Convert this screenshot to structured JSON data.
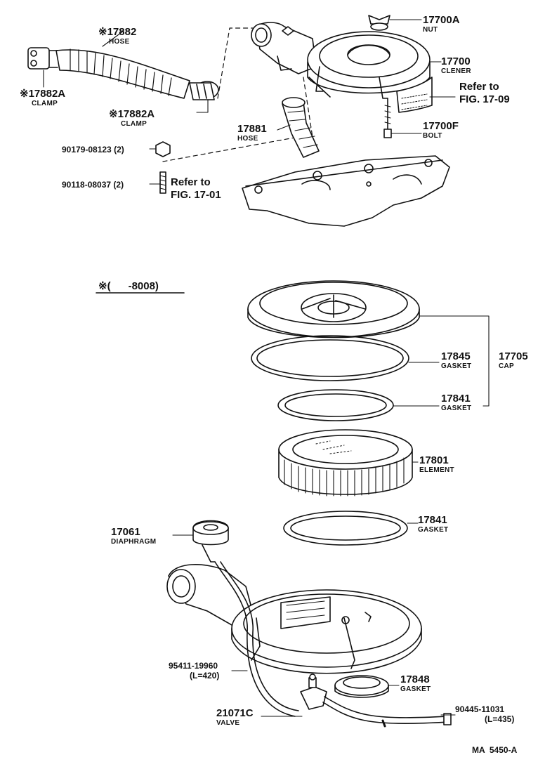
{
  "callouts": {
    "nut": {
      "number": "17700A",
      "name": "NUT"
    },
    "cleaner": {
      "number": "17700",
      "name": "CLENER"
    },
    "refer_1709": {
      "line1": "Refer to",
      "line2": "FIG. 17-09"
    },
    "bolt": {
      "number": "17700F",
      "name": "BOLT"
    },
    "hose_top": {
      "number": "※17882",
      "name": "HOSE"
    },
    "clamp_left": {
      "number": "※17882A",
      "name": "CLAMP"
    },
    "clamp_right": {
      "number": "※17882A",
      "name": "CLAMP"
    },
    "hose_mid": {
      "number": "17881",
      "name": "HOSE"
    },
    "nut_std": {
      "number": "90179-08123 (2)"
    },
    "stud_std": {
      "number": "90118-08037 (2)"
    },
    "refer_1701": {
      "line1": "Refer to",
      "line2": "FIG. 17-01"
    },
    "footnote": {
      "text": "※(      -8008)"
    },
    "gasket_17845": {
      "number": "17845",
      "name": "GASKET"
    },
    "cap": {
      "number": "17705",
      "name": "CAP"
    },
    "gasket_17841_upper": {
      "number": "17841",
      "name": "GASKET"
    },
    "element": {
      "number": "17801",
      "name": "ELEMENT"
    },
    "gasket_17841_lower": {
      "number": "17841",
      "name": "GASKET"
    },
    "diaphragm": {
      "number": "17061",
      "name": "DIAPHRAGM"
    },
    "hose_95411": {
      "number": "95411-19960",
      "length": "(L=420)"
    },
    "gasket_17848": {
      "number": "17848",
      "name": "GASKET"
    },
    "valve": {
      "number": "21071C",
      "name": "VALVE"
    },
    "hose_90445": {
      "number": "90445-11031",
      "length": "(L=435)"
    }
  },
  "catalog_code": "MA  5450-A"
}
